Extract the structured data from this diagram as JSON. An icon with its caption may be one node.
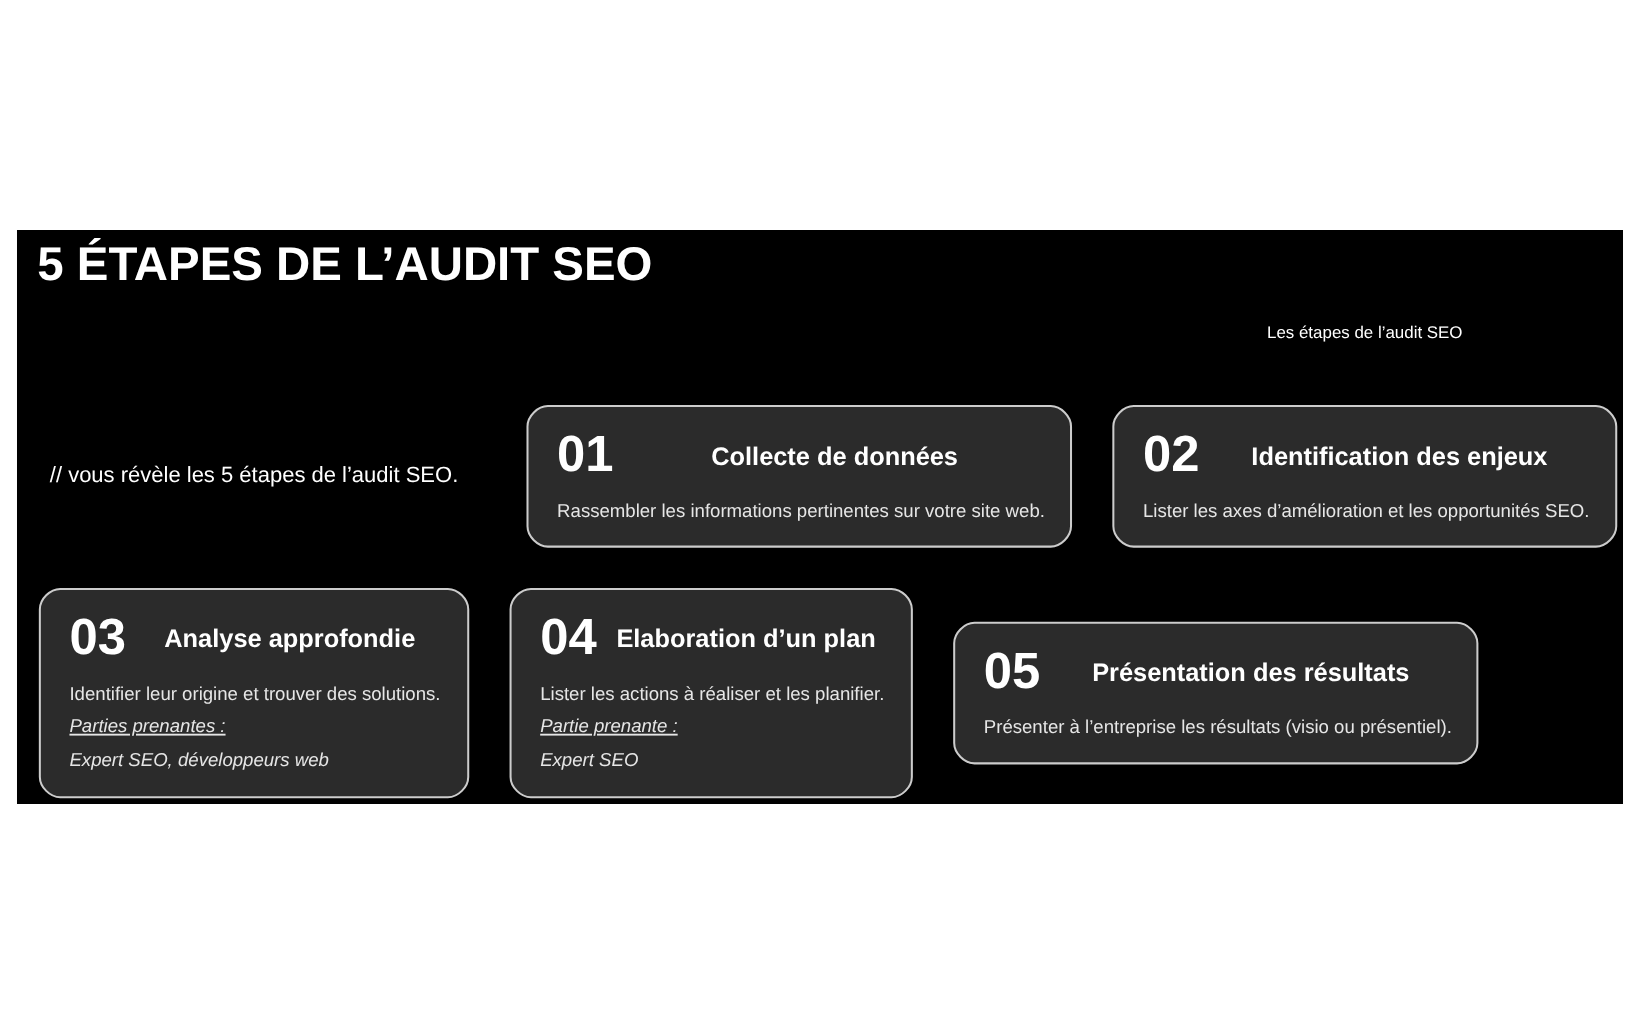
{
  "diagram": {
    "title": "5 ÉTAPES DE L’AUDIT SEO",
    "nodes": [
      {
        "text": [
          "01",
          "Collecte de données",
          "Rassembler les informations pertinentes sur votre site web."
        ]
      },
      {
        "text": [
          "02",
          "Identification des enjeux",
          "Lister les axes d’amélioration et les opportunités SEO."
        ]
      },
      {
        "text": [
          "03",
          "Analyse approfondie",
          "Identifier leur origine et trouver des solutions.",
          "Parties prenantes :",
          "Expert SEO, développeurs web"
        ]
      },
      {
        "text": [
          "04",
          "Elaboration d’un plan",
          "Lister les actions à réaliser et les planifier.",
          "Partie prenante :",
          "Expert SEO"
        ]
      },
      {
        "text": [
          "05",
          "Présentation des résultats",
          "Présenter à l’entreprise les résultats (visio ou présentiel)."
        ]
      }
    ],
    "edges": [],
    "labels": [
      "Les étapes de l’audit SEO",
      "// vous révèle les 5 étapes de l’audit SEO."
    ]
  }
}
